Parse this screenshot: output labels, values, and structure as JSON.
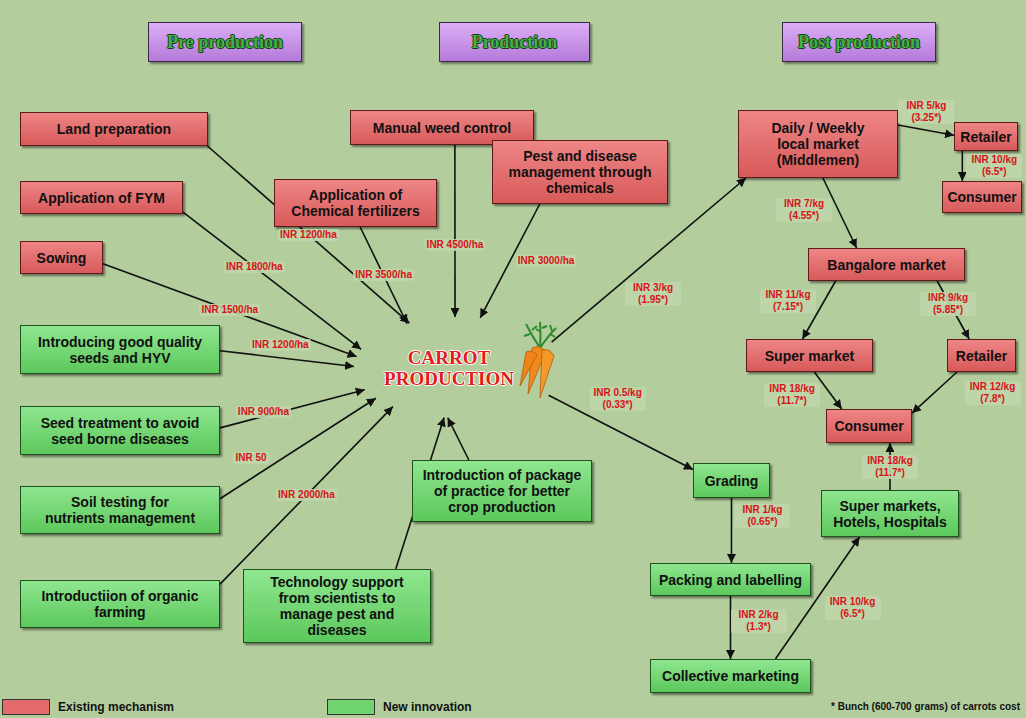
{
  "diagram": {
    "nodes": [
      {
        "text": [
          "Pre production"
        ]
      },
      {
        "text": [
          "Production"
        ]
      },
      {
        "text": [
          "Post production"
        ]
      },
      {
        "text": [
          "Land preparation"
        ]
      },
      {
        "text": [
          "Manual weed control"
        ]
      },
      {
        "text": [
          "Application of FYM"
        ]
      },
      {
        "text": [
          "Application of Chemical fertilizers"
        ]
      },
      {
        "text": [
          "Pest and disease management through chemicals"
        ]
      },
      {
        "text": [
          "Daily / Weekly local market (Middlemen)"
        ]
      },
      {
        "text": [
          "Retailer"
        ]
      },
      {
        "text": [
          "Consumer"
        ]
      },
      {
        "text": [
          "Sowing"
        ]
      },
      {
        "text": [
          "Bangalore market"
        ]
      },
      {
        "text": [
          "Introducing good quality seeds and HYV"
        ]
      },
      {
        "text": [
          "CARROT PRODUCTION"
        ]
      },
      {
        "text": [
          "Super market"
        ]
      },
      {
        "text": [
          "Retailer"
        ]
      },
      {
        "text": [
          "Seed treatment to avoid seed borne diseases"
        ]
      },
      {
        "text": [
          "Consumer"
        ]
      },
      {
        "text": [
          "Introduction of package of practice for better crop production"
        ]
      },
      {
        "text": [
          "Grading"
        ]
      },
      {
        "text": [
          "Soil testing for nutrients management"
        ]
      },
      {
        "text": [
          "Super markets, Hotels, Hospitals"
        ]
      },
      {
        "text": [
          "Packing and labelling"
        ]
      },
      {
        "text": [
          "Technology support from scientists to manage pest and diseases"
        ]
      },
      {
        "text": [
          "Introductiion of organic farming"
        ]
      },
      {
        "text": [
          "Collective marketing"
        ]
      }
    ],
    "edges": [
      {
        "from": 3,
        "to": 14,
        "arrow": "to",
        "label": "INR 1200/ha"
      },
      {
        "from": 5,
        "to": 14,
        "arrow": "to",
        "label": "INR 1800/ha"
      },
      {
        "from": 11,
        "to": 14,
        "arrow": "to",
        "label": "INR 1500/ha"
      },
      {
        "from": 6,
        "to": 14,
        "arrow": "to",
        "label": "INR 3500/ha"
      },
      {
        "from": 4,
        "to": 14,
        "arrow": "to",
        "label": "INR 4500/ha"
      },
      {
        "from": 7,
        "to": 14,
        "arrow": "to",
        "label": "INR 3000/ha"
      },
      {
        "from": 13,
        "to": 14,
        "arrow": "to",
        "label": "INR 1200/ha"
      },
      {
        "from": 17,
        "to": 14,
        "arrow": "to",
        "label": "INR 900/ha"
      },
      {
        "from": 21,
        "to": 14,
        "arrow": "to",
        "label": "INR 50"
      },
      {
        "from": 25,
        "to": 14,
        "arrow": "to",
        "label": "INR 2000/ha"
      },
      {
        "from": 24,
        "to": 14,
        "arrow": "to"
      },
      {
        "from": 19,
        "to": 14,
        "arrow": "to"
      },
      {
        "from": 14,
        "to": 8,
        "arrow": "to",
        "label": "INR 3/kg (1.95*)"
      },
      {
        "from": 8,
        "to": 9,
        "arrow": "to",
        "label": "INR 5/kg (3.25*)"
      },
      {
        "from": 9,
        "to": 10,
        "arrow": "to",
        "label": "INR 10/kg (6.5*)"
      },
      {
        "from": 8,
        "to": 12,
        "arrow": "to",
        "label": "INR 7/kg (4.55*)"
      },
      {
        "from": 12,
        "to": 15,
        "arrow": "to",
        "label": "INR 11/kg (7.15*)"
      },
      {
        "from": 12,
        "to": 16,
        "arrow": "to",
        "label": "INR 9/kg (5.85*)"
      },
      {
        "from": 15,
        "to": 18,
        "arrow": "to",
        "label": "INR 18/kg (11.7*)"
      },
      {
        "from": 16,
        "to": 18,
        "arrow": "to",
        "label": "INR 12/kg (7.8*)"
      },
      {
        "from": 14,
        "to": 20,
        "arrow": "to",
        "label": "INR 0.5/kg (0.33*)"
      },
      {
        "from": 20,
        "to": 23,
        "arrow": "to",
        "label": "INR 1/kg (0.65*)"
      },
      {
        "from": 23,
        "to": 26,
        "arrow": "to",
        "label": "INR 2/kg (1.3*)"
      },
      {
        "from": 26,
        "to": 22,
        "arrow": "to",
        "label": "INR 10/kg (6.5*)"
      },
      {
        "from": 22,
        "to": 18,
        "arrow": "to",
        "label": "INR 18/kg (11.7*)"
      }
    ],
    "labels": [
      "* Bunch (600-700 grams) of carrots cost"
    ],
    "legend": [
      {
        "text": "Existing mechanism",
        "color": "#e36b6b"
      },
      {
        "text": "New innovation",
        "color": "#6fd36f"
      }
    ]
  }
}
